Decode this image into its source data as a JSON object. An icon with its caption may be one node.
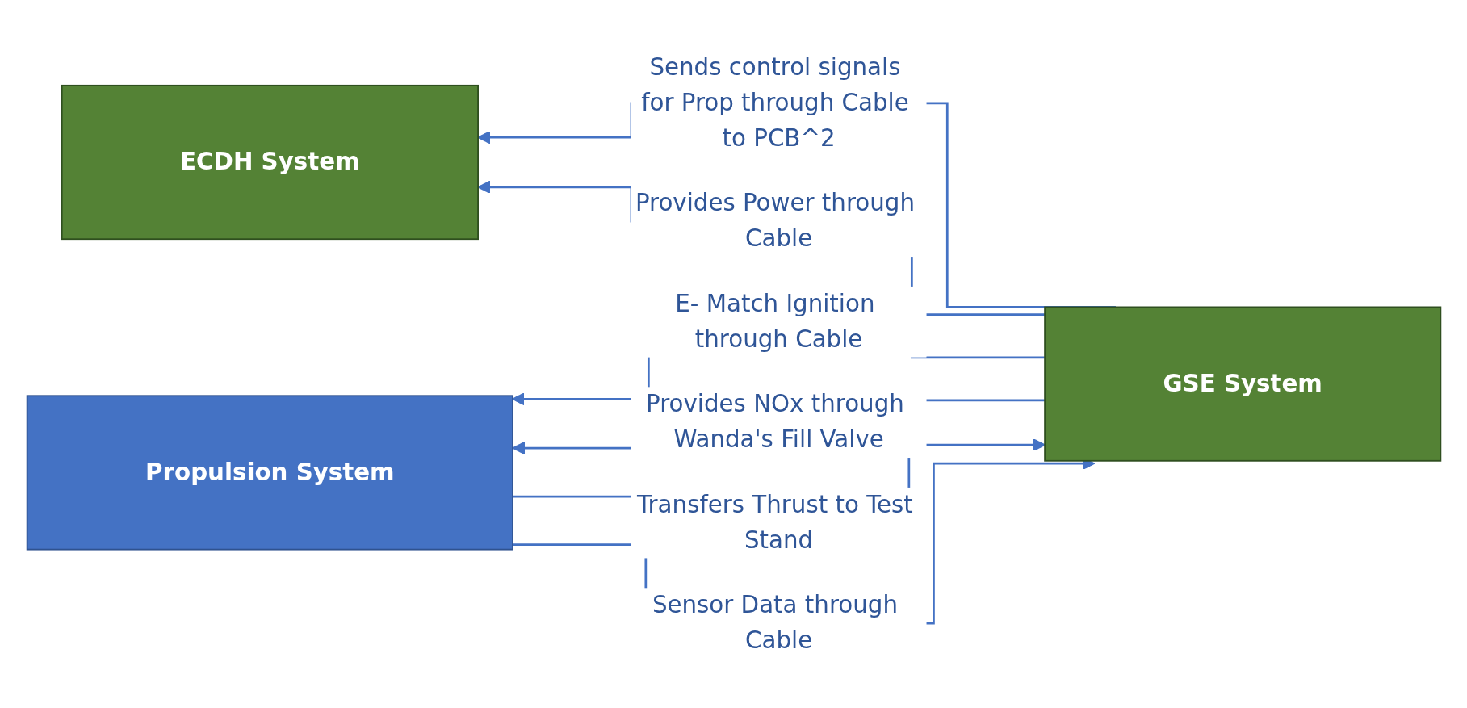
{
  "diagram": {
    "nodes": [
      {
        "text": [
          "ECDH System"
        ]
      },
      {
        "text": [
          "GSE System"
        ]
      },
      {
        "text": [
          "Propulsion System"
        ]
      }
    ],
    "edges": [
      {
        "from": 1,
        "to": 0,
        "arrow": "to",
        "label": "Sends control signals for Prop through Cable to PCB^2"
      },
      {
        "from": 1,
        "to": 0,
        "arrow": "to",
        "label": "Provides Power through Cable"
      },
      {
        "from": 2,
        "to": 1,
        "arrow": "to",
        "label": "Transfers Thrust to Test Stand"
      },
      {
        "from": 2,
        "to": 1,
        "arrow": "to",
        "label": "Sensor Data through Cable"
      },
      {
        "from": 1,
        "to": 2,
        "arrow": "to",
        "label": "E- Match Ignition through Cable"
      },
      {
        "from": 1,
        "to": 2,
        "arrow": "to",
        "label": "Provides NOx through Wanda's Fill Valve"
      }
    ]
  }
}
